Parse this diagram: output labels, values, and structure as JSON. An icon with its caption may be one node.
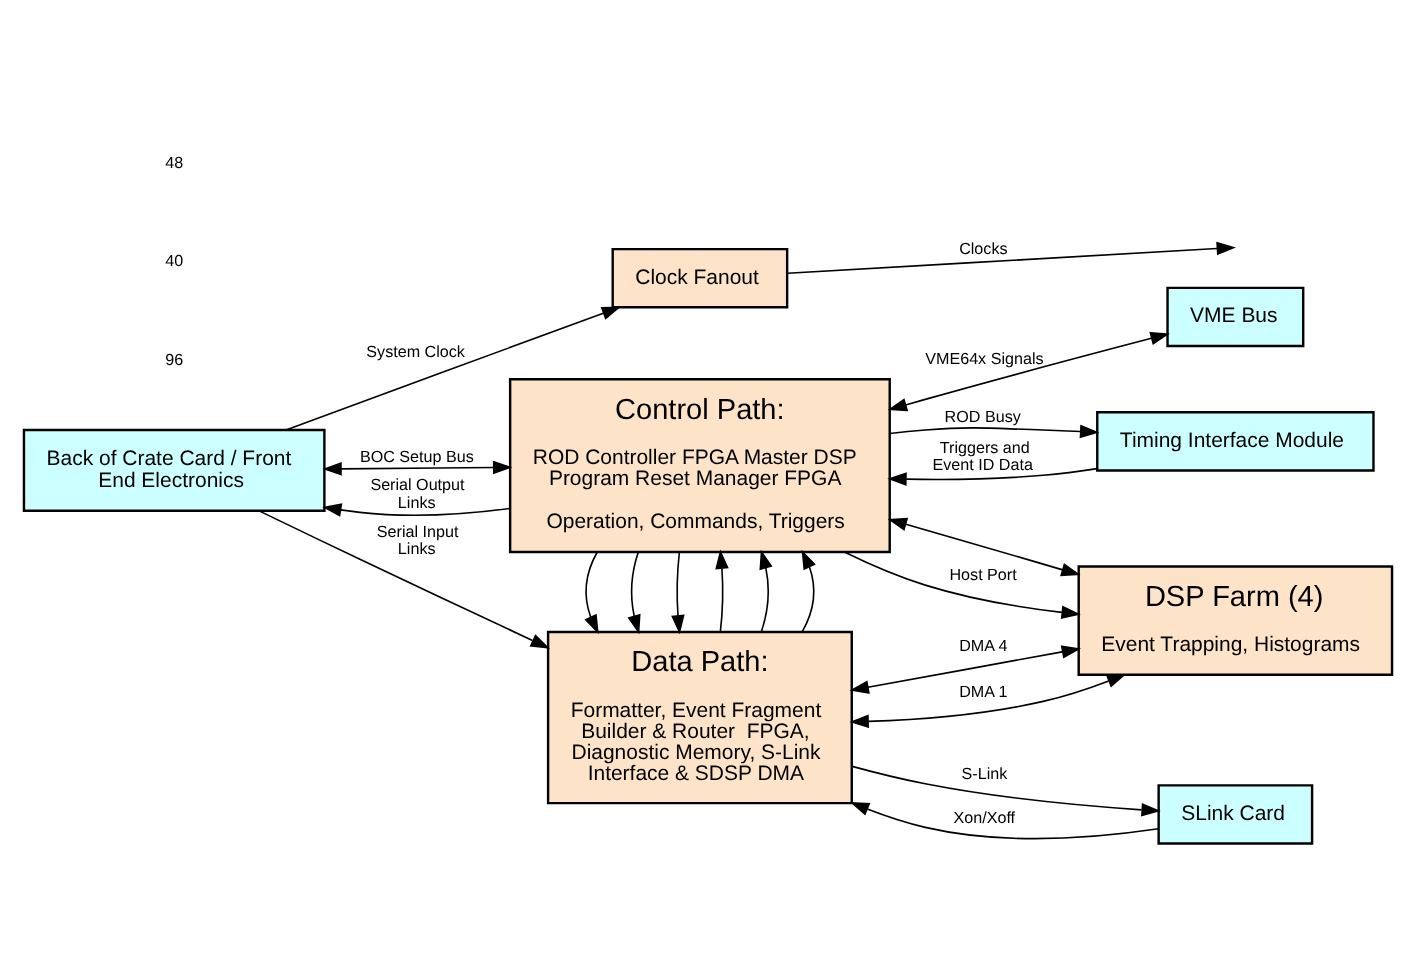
{
  "diagram": {
    "nodes": [
      {
        "text": [
          "Back of Crate Card / Front End Electronics"
        ]
      },
      {
        "text": [
          "Data Path:",
          "Formatter, Event Fragment Builder & Router  FPGA, Diagnostic Memory, S-Link Interface & SDSP DMA"
        ]
      },
      {
        "text": [
          "SLink Card"
        ]
      },
      {
        "text": [
          "DSP Farm (4)",
          "Event Trapping, Histograms"
        ]
      },
      {
        "text": [
          "Clock Fanout"
        ]
      },
      {
        "text": [
          "VME Bus"
        ]
      },
      {
        "text": [
          "Control Path:",
          "ROD Controller FPGA Master DSP Program Reset Manager FPGA",
          "Operation, Commands, Triggers"
        ]
      },
      {
        "text": [
          "Timing Interface Module"
        ]
      }
    ],
    "edges": [
      {
        "from": 0,
        "to": 1,
        "arrow": "to",
        "label": "Serial Input Links"
      },
      {
        "from": 1,
        "to": 2,
        "arrow": "to",
        "label": "S-Link"
      },
      {
        "from": 2,
        "to": 1,
        "arrow": "to",
        "label": "Xon/Xoff"
      },
      {
        "from": 1,
        "to": 6,
        "arrow": "to"
      },
      {
        "from": 1,
        "to": 6,
        "arrow": "to"
      },
      {
        "from": 1,
        "to": 6,
        "arrow": "to"
      },
      {
        "from": 6,
        "to": 1,
        "arrow": "to"
      },
      {
        "from": 6,
        "to": 1,
        "arrow": "to"
      },
      {
        "from": 6,
        "to": 1,
        "arrow": "to"
      },
      {
        "from": 1,
        "to": 3,
        "arrow": "both",
        "label": "DMA 4"
      },
      {
        "from": 1,
        "to": 3,
        "arrow": "both",
        "label": "DMA 1"
      },
      {
        "from": 6,
        "to": 3,
        "arrow": "both"
      },
      {
        "from": 6,
        "to": 3,
        "arrow": "to",
        "label": "Host Port"
      },
      {
        "from": 0,
        "to": 4,
        "arrow": "to",
        "label": "System Clock"
      },
      {
        "from": 4,
        "to": null,
        "arrow": "to",
        "label": "Clocks"
      },
      {
        "from": 6,
        "to": 5,
        "arrow": "both",
        "label": "VME64x Signals"
      },
      {
        "from": 0,
        "to": 6,
        "arrow": "both",
        "label": "BOC Setup Bus"
      },
      {
        "from": 6,
        "to": 0,
        "arrow": "to",
        "label": "Serial Output Links"
      },
      {
        "from": 6,
        "to": 7,
        "arrow": "to",
        "label": "ROD Busy"
      },
      {
        "from": 7,
        "to": 6,
        "arrow": "to",
        "label": "Triggers and Event ID Data"
      }
    ],
    "labels": [
      "96",
      "40",
      "48"
    ]
  }
}
